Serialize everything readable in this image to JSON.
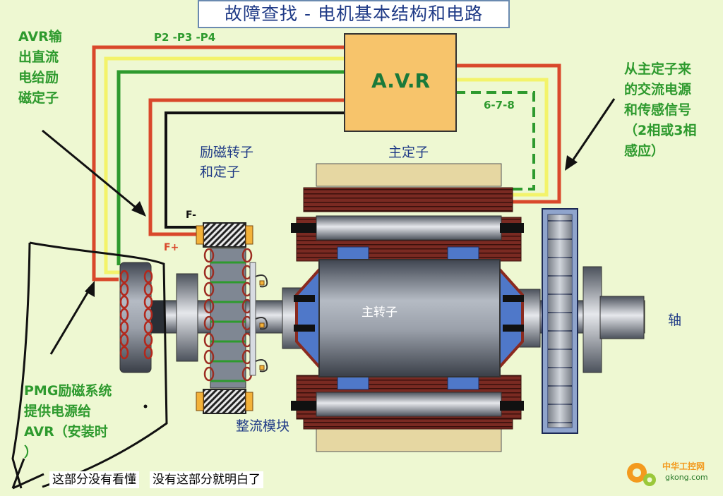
{
  "title": "故障查找 - 电机基本结构和电路",
  "avr_box_label": "A.V.R",
  "wire_labels": {
    "p_terminals": "P2 -P3 -P4",
    "sense_terminals": "6-7-8",
    "f_minus": "F-",
    "f_plus": "F+"
  },
  "annotations": {
    "avr_output": "AVR输\n出直流\n电给励\n磁定子",
    "main_stator_feed": "从主定子来\n的交流电源\n和传感信号\n（2相或3相\n感应）",
    "pmg": "PMG励磁系统\n提供电源给\nAVR（安装时\n）"
  },
  "component_labels": {
    "exciter": "励磁转子\n和定子",
    "main_stator": "主定子",
    "main_rotor": "主转子",
    "rectifier": "整流模块",
    "shaft": "轴"
  },
  "notes": {
    "left": "这部分没有看懂",
    "right": "没有这部分就明白了"
  },
  "logo": {
    "text_cn": "中华工控网",
    "text_en": "gkong.com"
  },
  "colors": {
    "background": "#eef8d2",
    "avr_box": "#f7c46b",
    "wire_red": "#d9482b",
    "wire_yellow": "#f3f36a",
    "wire_green": "#2e9a2e",
    "wire_black": "#111111",
    "winding": "#7a2a22",
    "rotor_steel": "#7f8793",
    "coil_blue": "#4f78c9",
    "label_blue": "#1f3a86",
    "label_green": "#2e9a2e"
  }
}
